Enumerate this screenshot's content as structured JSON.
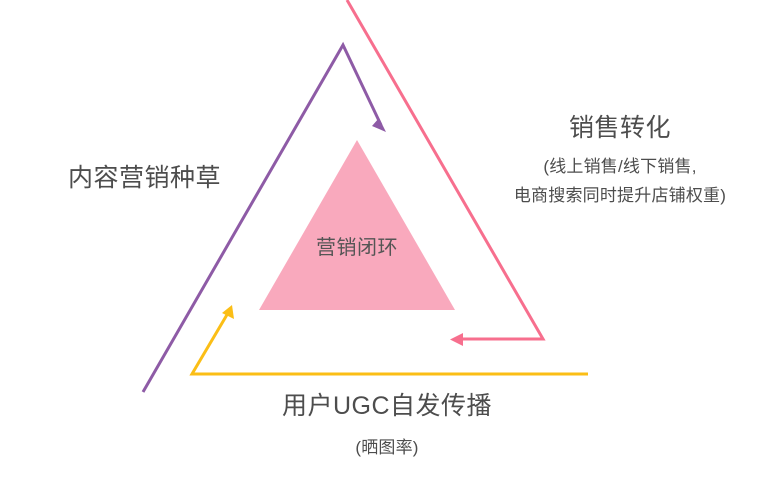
{
  "diagram": {
    "type": "cycle-triangle",
    "background_color": "#ffffff",
    "center": {
      "shape": "triangle",
      "fill_color": "#F9A9BD",
      "label": "营销闭环"
    },
    "nodes": [
      {
        "id": "content-marketing",
        "label": "内容营销种草",
        "position": "left",
        "arrow_color": "#8E5BA6"
      },
      {
        "id": "sales-conversion",
        "label": "销售转化",
        "position": "right",
        "arrow_color": "#F76F8E",
        "notes": [
          "(线上销售/线下销售,",
          "电商搜索同时提升店铺权重)"
        ]
      },
      {
        "id": "ugc-spread",
        "label": "用户UGC自发传播",
        "position": "bottom",
        "arrow_color": "#FBBE16",
        "notes": [
          "(晒图率)"
        ]
      }
    ],
    "arrows": [
      {
        "id": "arrow-purple",
        "name": "content-marketing-arrow",
        "color": "#8E5BA6",
        "from": "bottom-left",
        "to": "apex-then-down-right",
        "direction": "clockwise"
      },
      {
        "id": "arrow-pink",
        "name": "sales-conversion-arrow",
        "color": "#F76F8E",
        "from": "top",
        "to": "bottom-right-then-left",
        "direction": "clockwise"
      },
      {
        "id": "arrow-yellow",
        "name": "ugc-spread-arrow",
        "color": "#FBBE16",
        "from": "bottom-right",
        "to": "bottom-left-then-up-right",
        "direction": "clockwise"
      }
    ],
    "text_color": "#4d4d4d"
  }
}
